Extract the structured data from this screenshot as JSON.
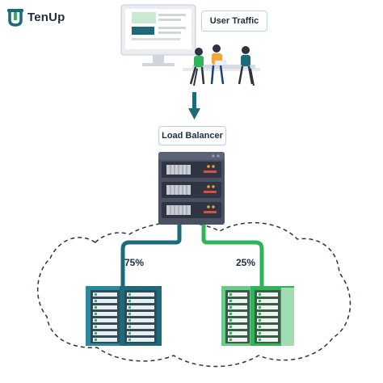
{
  "brand": {
    "name": "TenUp"
  },
  "labels": {
    "user_traffic": "User Traffic",
    "load_balancer": "Load Balancer"
  },
  "split": {
    "left_percent": "75%",
    "right_percent": "25%"
  },
  "colors": {
    "teal_dark": "#1d6a7a",
    "green": "#2fb457",
    "navy": "#1f2f3d",
    "server_dark": "#3a3f4e"
  }
}
